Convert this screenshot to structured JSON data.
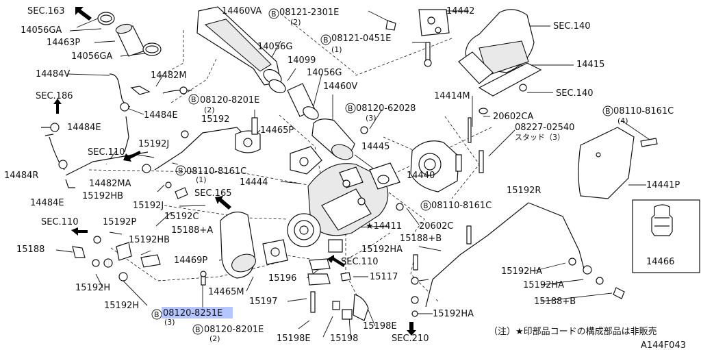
{
  "labels": {
    "sec163": "SEC.163",
    "p14460VA": "14460VA",
    "b08121_2301E": "08121-2301E",
    "b08121_2301E_q": "(2)",
    "p14442": "14442",
    "sec140_a": "SEC.140",
    "p14056GA_a": "14056GA",
    "p14463P": "14463P",
    "p14056GA_b": "14056GA",
    "b08121_0451E": "08121-0451E",
    "b08121_0451E_q": "(1)",
    "p14056G_a": "14056G",
    "p14099": "14099",
    "p14056G_b": "14056G",
    "p14484V": "14484V",
    "p14482M": "14482M",
    "p14415": "14415",
    "sec140_b": "SEC.140",
    "p14460V": "14460V",
    "sec186": "SEC.186",
    "b08120_8201E_a": "08120-8201E",
    "b08120_8201E_a_q": "(2)",
    "p14484E_a": "14484E",
    "b08120_62028": "08120-62028",
    "b08120_62028_q": "(3)",
    "p14414M": "14414M",
    "p20602CA": "20602CA",
    "b08110_8161C_a": "08110-8161C",
    "b08110_8161C_a_q": "(4)",
    "p14484E_b": "14484E",
    "p15192_a": "15192",
    "p14465P": "14465P",
    "s08227_02540": "08227-02540",
    "stud_label": "スタッド（3）",
    "p15192J_a": "15192J",
    "p14445": "14445",
    "sec110_a": "SEC.110",
    "b08110_8161C_b": "08110-8161C",
    "b08110_8161C_b_q": "(1)",
    "p14484R": "14484R",
    "p14482MA": "14482MA",
    "p14444": "14444",
    "p14440": "14440",
    "p14441P": "14441P",
    "p14484E_c": "14484E",
    "p15192HB_a": "15192HB",
    "sec165": "SEC.165",
    "p15192R": "15192R",
    "p15192J_b": "15192J",
    "b08110_8161C_c": "08110-8161C",
    "sec110_b": "SEC.110",
    "p15192P": "15192P",
    "p15192C": "15192C",
    "p14411": "★14411",
    "p20602C": "20602C",
    "p15188_a": "15188+A",
    "p15192HB_b": "15192HB",
    "p15188_b": "15188+B",
    "p15192HA_a": "15192HA",
    "p15188": "15188",
    "p14469P": "14469P",
    "sec110_c": "SEC.110",
    "p15192HA_b": "15192HA",
    "p14466": "14466",
    "p15196": "15196",
    "p15117": "15117",
    "p15192HA_c": "15192HA",
    "p15192H_a": "15192H",
    "p14465M": "14465M",
    "p15188_c": "15188+B",
    "p15197": "15197",
    "p15192H_b": "15192H",
    "b08120_8251E": "08120-8251E",
    "b08120_8251E_q": "(3)",
    "p15192HA_d": "15192HA",
    "p15198E_a": "15198E",
    "b08120_8201E_b": "08120-8201E",
    "b08120_8201E_b_q": "(2)",
    "p15198E_b": "15198E",
    "p15198": "15198",
    "sec210": "SEC.210",
    "note": "（注）★印部品コードの構成部品は非販売",
    "drawing_no": "A144F043",
    "bolt_prefix": "B"
  },
  "colors": {
    "highlight": "#9bb2ff",
    "line": "#111111"
  }
}
